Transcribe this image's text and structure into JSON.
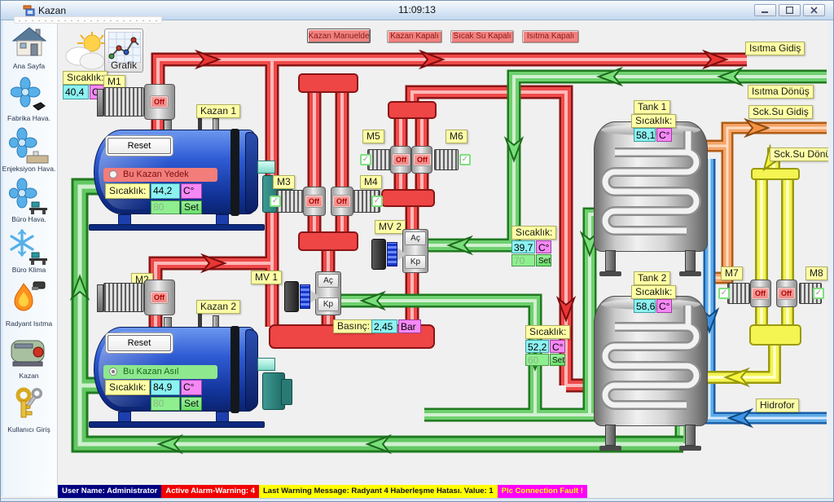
{
  "window": {
    "title": "Kazan",
    "clock": "11:09:13"
  },
  "sidebar": {
    "items": [
      {
        "label": "Ana Sayfa",
        "icon": "home-icon"
      },
      {
        "label": "Fabrika Hava.",
        "icon": "fan-icon"
      },
      {
        "label": "Enjeksiyon Hava.",
        "icon": "fan-machine-icon"
      },
      {
        "label": "Büro Hava.",
        "icon": "fan-desk-icon"
      },
      {
        "label": "Büro Klima",
        "icon": "snowflake-icon"
      },
      {
        "label": "Radyant Isıtma",
        "icon": "flame-icon"
      },
      {
        "label": "Kazan",
        "icon": "boiler-icon"
      },
      {
        "label": "Kullanıcı Giriş",
        "icon": "keys-icon"
      }
    ]
  },
  "toolbar": {
    "grafik": "Grafik"
  },
  "alarm_buttons": [
    {
      "label": "Kazan Manuelde"
    },
    {
      "label": "Kazan Kapalı"
    },
    {
      "label": "Sıcak Su Kapalı"
    },
    {
      "label": "Isıtma Kapalı"
    }
  ],
  "outdoor_temp": {
    "label": "Sıcaklık:",
    "value": "40,4",
    "unit": "C°"
  },
  "boilers": [
    {
      "name": "Kazan 1",
      "reset": "Reset",
      "status": "Bu Kazan Yedek",
      "temp_label": "Sıcaklık:",
      "temp": "44,2",
      "unit": "C°",
      "set": "80",
      "set_label": "Set"
    },
    {
      "name": "Kazan 2",
      "reset": "Reset",
      "status": "Bu Kazan Asıl",
      "temp_label": "Sıcaklık:",
      "temp": "84,9",
      "unit": "C°",
      "set": "80",
      "set_label": "Set"
    }
  ],
  "pumps": {
    "m1": {
      "label": "M1",
      "state": "Off"
    },
    "m2": {
      "label": "M2",
      "state": "Off"
    },
    "m3": {
      "label": "M3",
      "state": "Off"
    },
    "m4": {
      "label": "M4",
      "state": "Off"
    },
    "m5": {
      "label": "M5",
      "state": "Off"
    },
    "m6": {
      "label": "M6",
      "state": "Off"
    },
    "m7": {
      "label": "M7",
      "state": "Off"
    },
    "m8": {
      "label": "M8",
      "state": "Off"
    }
  },
  "valves": [
    {
      "label": "MV 1",
      "open": "Aç",
      "close": "Kp"
    },
    {
      "label": "MV 2",
      "open": "Aç",
      "close": "Kp"
    }
  ],
  "pressure": {
    "label": "Basınç:",
    "value": "2,45",
    "unit": "Bar"
  },
  "line_temps": [
    {
      "label": "Sıcaklık:",
      "value": "39,7",
      "unit": "C°",
      "set": "70",
      "set_label": "Set"
    },
    {
      "label": "Sıcaklık:",
      "value": "52,2",
      "unit": "C°",
      "set": "60",
      "set_label": "Set"
    }
  ],
  "tanks": [
    {
      "name": "Tank 1",
      "temp_label": "Sıcaklık:",
      "temp": "58,1",
      "unit": "C°"
    },
    {
      "name": "Tank 2",
      "temp_label": "Sıcaklık:",
      "temp": "58,6",
      "unit": "C°"
    }
  ],
  "pipe_labels": {
    "isitma_gidis": "Isıtma Gidiş",
    "isitma_donus": "Isıtma Dönüş",
    "sck_su_gidis": "Sck.Su Gidiş",
    "sck_su_donus": "Sck.Su Dönüş",
    "hidrofor": "Hidrofor"
  },
  "statusbar": {
    "user": "User Name: Administrator",
    "alarm": "Active Alarm-Warning: 4",
    "warning": "Last Warning Message: Radyant 4 Haberleşme Hatası. Value: 1",
    "plc": "Plc Connection Fault !"
  },
  "colors": {
    "supply_pipe": "#ef4a4a",
    "return_pipe": "#6fd06f",
    "hot_water_pipe": "#f5a469",
    "hot_water_return_pipe": "#f4f452",
    "cold_water_pipe": "#5caae8",
    "alarm_button_bg": "#f0827f",
    "label_bg": "#ffffa6",
    "value_bg": "#8df2f2",
    "unit_bg": "#f688f6",
    "set_bg": "#8fef8f",
    "status_user_bg": "#000080",
    "status_alarm_bg": "#f20000",
    "status_warning_bg": "#ffff00",
    "status_plc_bg": "#ff00ff"
  }
}
